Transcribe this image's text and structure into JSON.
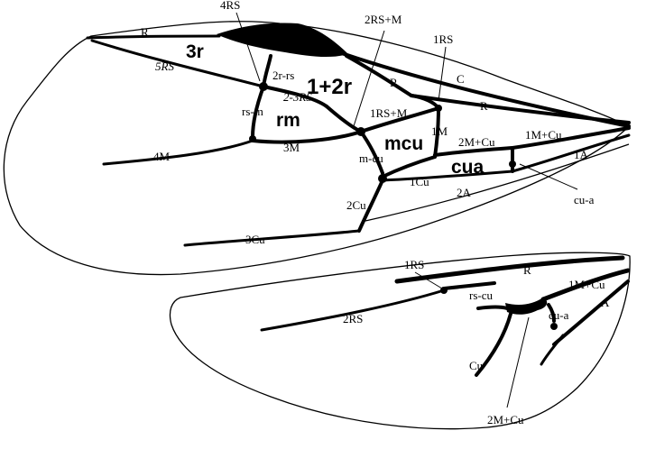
{
  "forewing": {
    "cells": {
      "c3r": "3r",
      "c12r": "1+2r",
      "crm": "rm",
      "cmcu": "mcu",
      "ccua": "cua"
    },
    "veins": {
      "r_top": "R",
      "rs5": "5RS",
      "rs4": "4RS",
      "r2rs": "2r-rs",
      "rs23": "2-3RS",
      "r_mid": "R",
      "c": "C",
      "r_low": "R",
      "rsm_top": "2RS+M",
      "rs1_top": "1RS",
      "rsm1": "1RS+M",
      "rsm": "rs-m",
      "m3": "3M",
      "m4": "4M",
      "m1": "1M",
      "mcu2": "2M+Cu",
      "mcu1": "1M+Cu",
      "mcu_cross": "m-cu",
      "cu1": "1Cu",
      "a1": "1A",
      "a2": "2A",
      "cu2": "2Cu",
      "cu3": "3Cu",
      "cua": "cu-a"
    }
  },
  "hindwing": {
    "veins": {
      "rs1": "1RS",
      "r": "R",
      "mcu1": "1M+Cu",
      "rscu": "rs-cu",
      "rs2": "2RS",
      "cua": "cu-a",
      "a": "A",
      "cu": "Cu",
      "mcu2": "2M+Cu"
    }
  }
}
